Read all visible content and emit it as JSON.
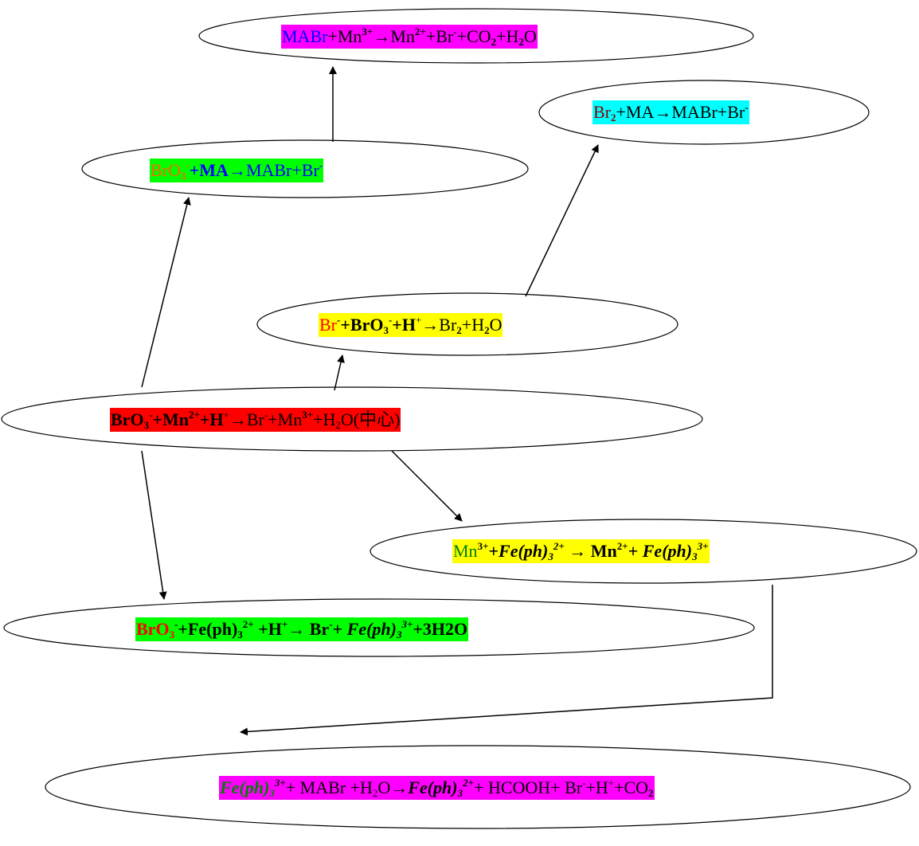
{
  "colors": {
    "magenta": "#ff00ff",
    "green": "#00ff00",
    "cyan": "#00ffff",
    "yellow": "#ffff00",
    "red": "#ff0000"
  },
  "nodes": {
    "top": {
      "t1": "MABr",
      "t2": "+Mn",
      "t3": "3+",
      "t4": "→Mn",
      "t5": "2+",
      "t6": "+Br",
      "t7": "-",
      "t8": "+CO",
      "t9": "2",
      "t10": "+H",
      "t11": "2",
      "t12": "O"
    },
    "bro3_ma": {
      "t1": "BrO",
      "t2": "3",
      "t3": "-",
      "t4": "+",
      "t5": "MA",
      "t6": "→MABr+Br",
      "t7": "-"
    },
    "br2_ma": {
      "t1": "Br",
      "t2": "2",
      "t3": "+MA→MABr+Br",
      "t4": "-"
    },
    "br_bro3": {
      "t1": "Br",
      "t2": "-",
      "t3": "+",
      "t4": "BrO",
      "t5": "3",
      "t6": "-",
      "t7": "+H",
      "t8": "+",
      "t9": "→Br",
      "t10": "2",
      "t11": "+H",
      "t12": "2",
      "t13": "O"
    },
    "center": {
      "t1": "BrO",
      "t2": "3",
      "t3": "-",
      "t4": "+Mn",
      "t5": "2+",
      "t6": "+H",
      "t7": "+",
      "t8": "→Br",
      "t9": "-",
      "t10": "+Mn",
      "t11": "3+",
      "t12": "+H",
      "t13": "2",
      "t14": "O(中心)"
    },
    "mn3_fe": {
      "t1": "Mn",
      "t2": "3+",
      "t3": "+",
      "t4": "Fe(ph)",
      "t5": "3",
      "t6": "2+",
      "t7": " → ",
      "t8": "Mn",
      "t9": "2+",
      "t10": "+ ",
      "t11": "Fe(ph)",
      "t12": "3",
      "t13": "3+"
    },
    "bro3_fe": {
      "t1": "BrO",
      "t2": "3",
      "t3": "-",
      "t4": "+Fe(ph)",
      "t5": "3",
      "t6": "2+",
      "t7": " +H",
      "t8": "+",
      "t9": "→ Br",
      "t10": "-",
      "t11": "+ ",
      "t12": "Fe(ph)",
      "t13": "3",
      "t14": "3+",
      "t15": "+3H2O"
    },
    "bottom": {
      "t1": "Fe(ph)",
      "t2": "3",
      "t3": "3+",
      "t4": "+ MABr +H",
      "t5": "2",
      "t6": "O→",
      "t7": "Fe(ph)",
      "t8": "3",
      "t9": "2+",
      "t10": "+ HCOOH+ Br",
      "t11": "-",
      "t12": "+H",
      "t13": "+",
      "t14": "+CO",
      "t15": "2"
    }
  }
}
